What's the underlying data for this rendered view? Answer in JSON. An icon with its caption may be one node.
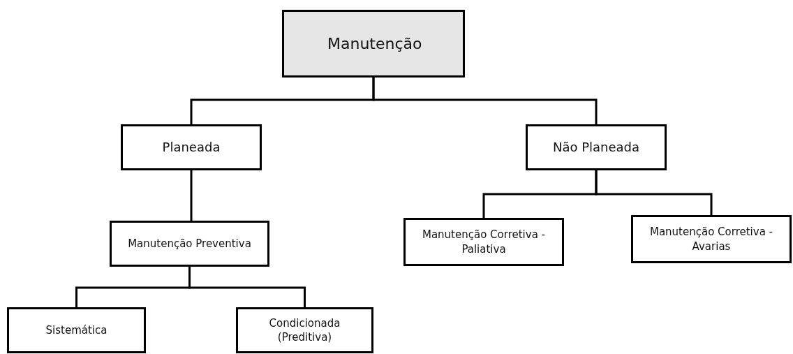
{
  "diagram": {
    "nodes": [
      {
        "text": [
          "Manutenção"
        ]
      },
      {
        "text": [
          "Planeada"
        ]
      },
      {
        "text": [
          "Não Planeada"
        ]
      },
      {
        "text": [
          "Manutenção Preventiva"
        ]
      },
      {
        "text": [
          "Manutenção Corretiva - Paliativa"
        ]
      },
      {
        "text": [
          "Manutenção Corretiva - Avarias"
        ]
      },
      {
        "text": [
          "Sistemática"
        ]
      },
      {
        "text": [
          "Condicionada (Preditiva)"
        ]
      }
    ],
    "edges": [
      {
        "from": 0,
        "to": 1,
        "arrow": "none"
      },
      {
        "from": 0,
        "to": 2,
        "arrow": "none"
      },
      {
        "from": 1,
        "to": 3,
        "arrow": "none"
      },
      {
        "from": 2,
        "to": 4,
        "arrow": "none"
      },
      {
        "from": 2,
        "to": 5,
        "arrow": "none"
      },
      {
        "from": 3,
        "to": 6,
        "arrow": "none"
      },
      {
        "from": 3,
        "to": 7,
        "arrow": "none"
      }
    ]
  }
}
